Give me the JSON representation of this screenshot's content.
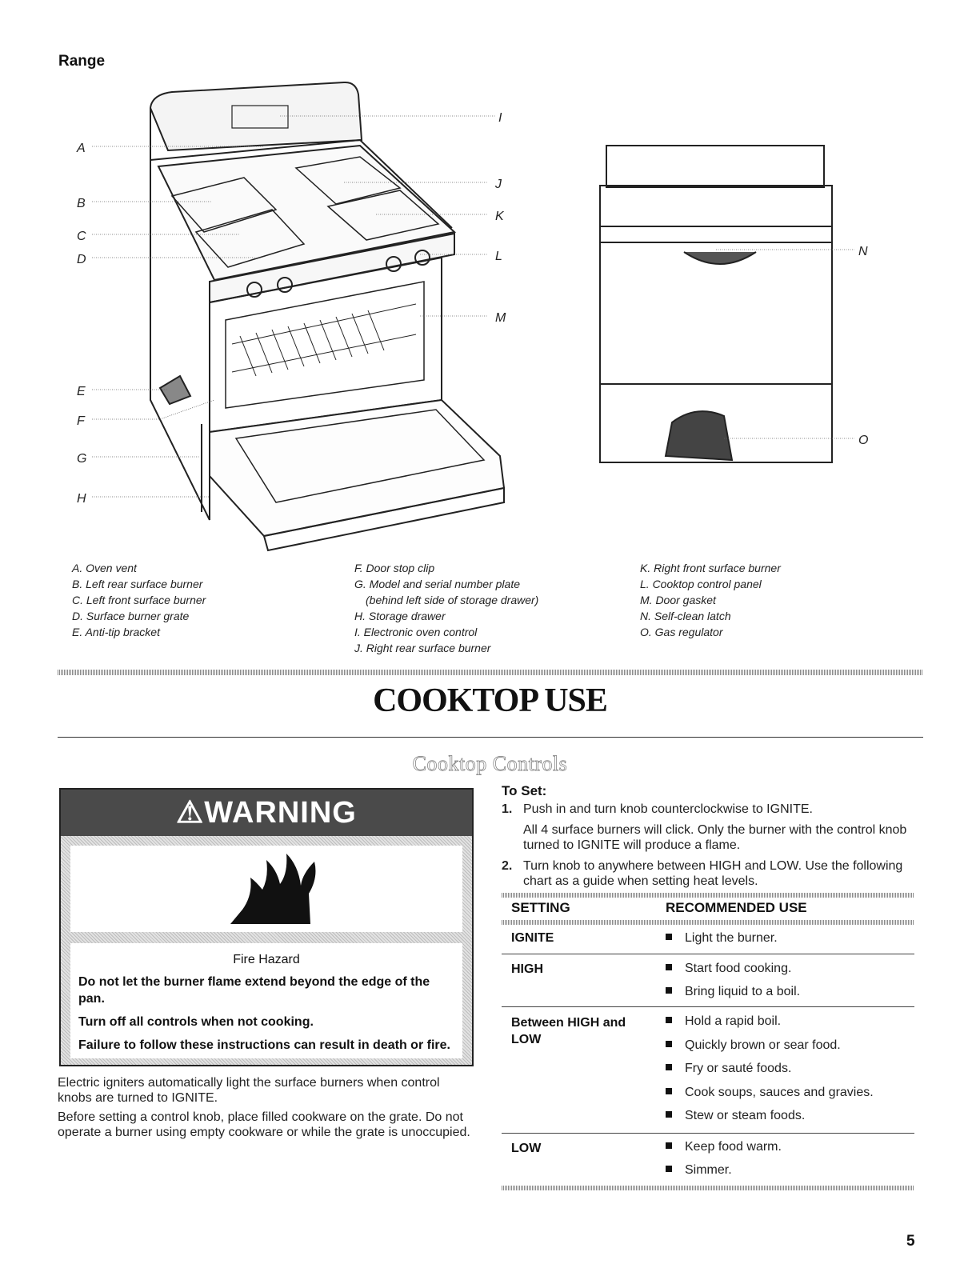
{
  "header": {
    "title": "Range"
  },
  "diagram": {
    "callouts": [
      "A",
      "B",
      "C",
      "D",
      "E",
      "F",
      "G",
      "H",
      "I",
      "J",
      "K",
      "L",
      "M",
      "N",
      "O"
    ]
  },
  "legend": {
    "col1": [
      "A. Oven vent",
      "B. Left rear surface burner",
      "C. Left front surface burner",
      "D. Surface burner grate",
      "E. Anti-tip bracket"
    ],
    "col2": [
      "F. Door stop clip",
      "G. Model and serial number plate",
      "(behind left side of storage drawer)",
      "H. Storage drawer",
      "I. Electronic oven control",
      "J. Right rear surface burner"
    ],
    "col3": [
      "K. Right front surface burner",
      "L. Cooktop control panel",
      "M. Door gasket",
      "N. Self-clean latch",
      "O. Gas regulator"
    ]
  },
  "section": {
    "title": "COOKTOP USE",
    "subtitle": "Cooktop Controls"
  },
  "warning": {
    "header": "WARNING",
    "hazard": "Fire Hazard",
    "lines": [
      "Do not let the burner flame extend beyond the edge of the pan.",
      "Turn off all controls when not cooking.",
      "Failure to follow these instructions can result in death or fire."
    ]
  },
  "intro": [
    "Electric igniters automatically light the surface burners when control knobs are turned to IGNITE.",
    "Before setting a control knob, place filled cookware on the grate. Do not operate a burner using empty cookware or while the grate is unoccupied."
  ],
  "to_set": {
    "title": "To Set:",
    "steps": [
      {
        "num": "1.",
        "text": "Push in and turn knob counterclockwise to IGNITE.",
        "sub": "All 4 surface burners will click. Only the burner with the control knob turned to IGNITE will produce a flame."
      },
      {
        "num": "2.",
        "text": "Turn knob to anywhere between HIGH and LOW. Use the following chart as a guide when setting heat levels."
      }
    ]
  },
  "table": {
    "headers": [
      "SETTING",
      "RECOMMENDED USE"
    ],
    "rows": [
      {
        "setting": "IGNITE",
        "uses": [
          "Light the burner."
        ]
      },
      {
        "setting": "HIGH",
        "uses": [
          "Start food cooking.",
          "Bring liquid to a boil."
        ]
      },
      {
        "setting": "Between HIGH and LOW",
        "uses": [
          "Hold a rapid boil.",
          "Quickly brown or sear food.",
          "Fry or sauté foods.",
          "Cook soups, sauces and gravies.",
          "Stew or steam foods."
        ]
      },
      {
        "setting": "LOW",
        "uses": [
          "Keep food warm.",
          "Simmer."
        ]
      }
    ]
  },
  "page_number": "5"
}
